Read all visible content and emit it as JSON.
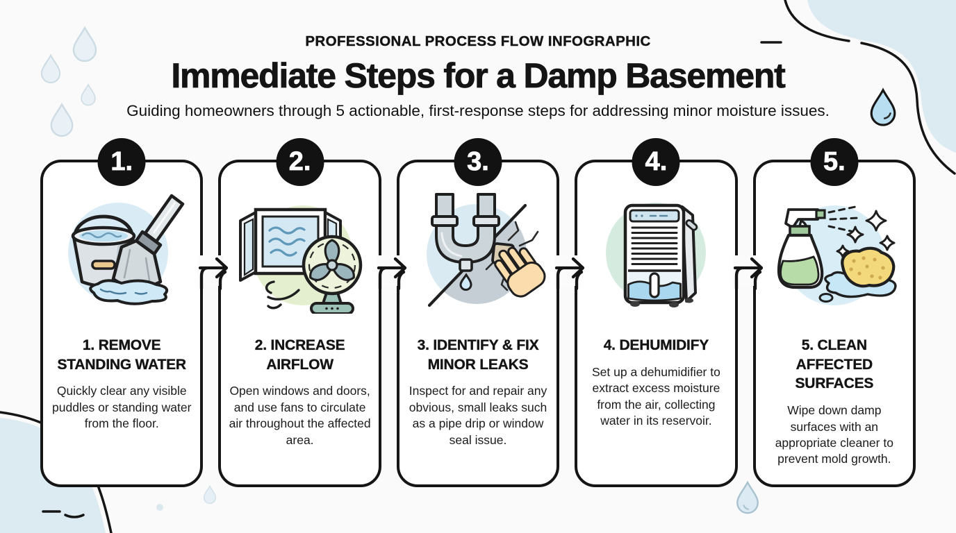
{
  "header": {
    "eyebrow": "PROFESSIONAL PROCESS FLOW INFOGRAPHIC",
    "title": "Immediate Steps for a Damp Basement",
    "subtitle": "Guiding homeowners through 5 actionable, first-response steps for addressing minor moisture issues."
  },
  "steps": [
    {
      "badge": "1.",
      "icon": "bucket-wetvac-icon",
      "icon_bg": "#d9ecf6",
      "title_lines": [
        "1. REMOVE",
        "STANDING WATER"
      ],
      "description": "Quickly clear any visible puddles or standing water from the floor."
    },
    {
      "badge": "2.",
      "icon": "window-fan-icon",
      "icon_bg": "#e4efd0",
      "title_lines": [
        "2. INCREASE",
        "AIRFLOW"
      ],
      "description": "Open windows and doors, and use fans to circulate air throughout the affected area."
    },
    {
      "badge": "3.",
      "icon": "leaking-pipe-crack-patch-icon",
      "icon_bg": "#d9eaf2",
      "title_lines": [
        "3. IDENTIFY & FIX",
        "MINOR LEAKS"
      ],
      "description": "Inspect for and repair any obvious, small leaks such as a pipe drip or window seal issue."
    },
    {
      "badge": "4.",
      "icon": "dehumidifier-icon",
      "icon_bg": "#d6ebdf",
      "title_lines": [
        "4. DEHUMIDIFY"
      ],
      "description": "Set up a dehumidifier to extract excess moisture from the air, collecting water in its reservoir."
    },
    {
      "badge": "5.",
      "icon": "spray-bottle-sponge-icon",
      "icon_bg": "#d9edf7",
      "title_lines": [
        "5. CLEAN AFFECTED",
        "SURFACES"
      ],
      "description": "Wipe down damp surfaces with an appropriate cleaner to prevent mold growth."
    }
  ],
  "colors": {
    "background": "#fafafa",
    "card_background": "#ffffff",
    "outline": "#151515",
    "badge_background": "#121212",
    "badge_text": "#ffffff",
    "decoration_blob": "#dceaf1",
    "droplet_pale": "#e9f1f6",
    "droplet_blue": "#b7def1"
  }
}
